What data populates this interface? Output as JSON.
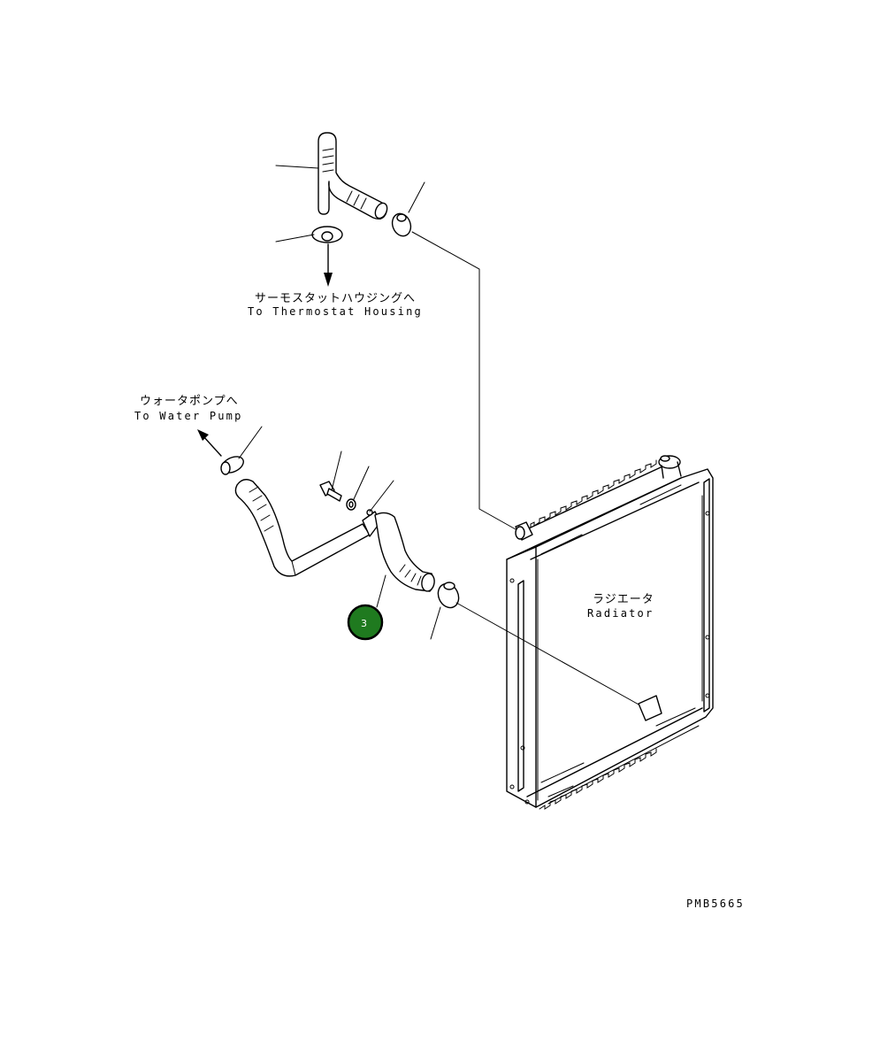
{
  "labels": {
    "thermostat_jp": "サーモスタットハウジングへ",
    "thermostat_en": "To Thermostat Housing",
    "water_pump_jp": "ウォータポンプへ",
    "water_pump_en": "To Water Pump",
    "radiator_jp": "ラジエータ",
    "radiator_en": "Radiator",
    "drawing_code": "PMB5665"
  },
  "callouts": [
    {
      "number": "3",
      "color": "#1f7a1f"
    }
  ],
  "colors": {
    "ink": "#000000",
    "callout_fill": "#1f7a1f",
    "background": "#ffffff"
  }
}
